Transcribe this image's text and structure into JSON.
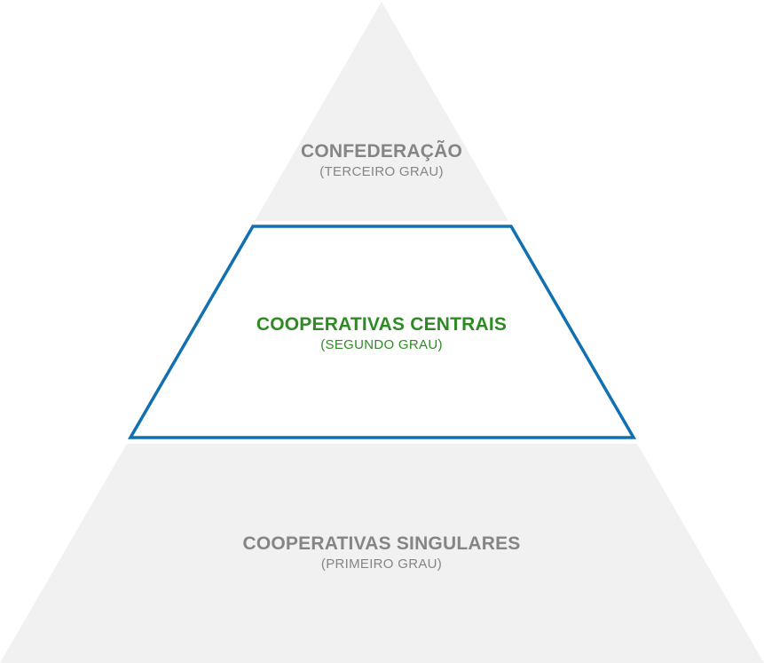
{
  "colors": {
    "tier_fill": "#f1f1f1",
    "highlight_fill": "#ffffff",
    "highlight_border": "#1170b0",
    "muted_text": "#858585",
    "highlight_text": "#2e8b24"
  },
  "pyramid": {
    "tiers": [
      {
        "title": "CONFEDERAÇÃO",
        "subtitle": "(TERCEIRO GRAU)",
        "highlighted": false
      },
      {
        "title": "COOPERATIVAS CENTRAIS",
        "subtitle": "(SEGUNDO GRAU)",
        "highlighted": true
      },
      {
        "title": "COOPERATIVAS SINGULARES",
        "subtitle": "(PRIMEIRO GRAU)",
        "highlighted": false
      }
    ]
  }
}
